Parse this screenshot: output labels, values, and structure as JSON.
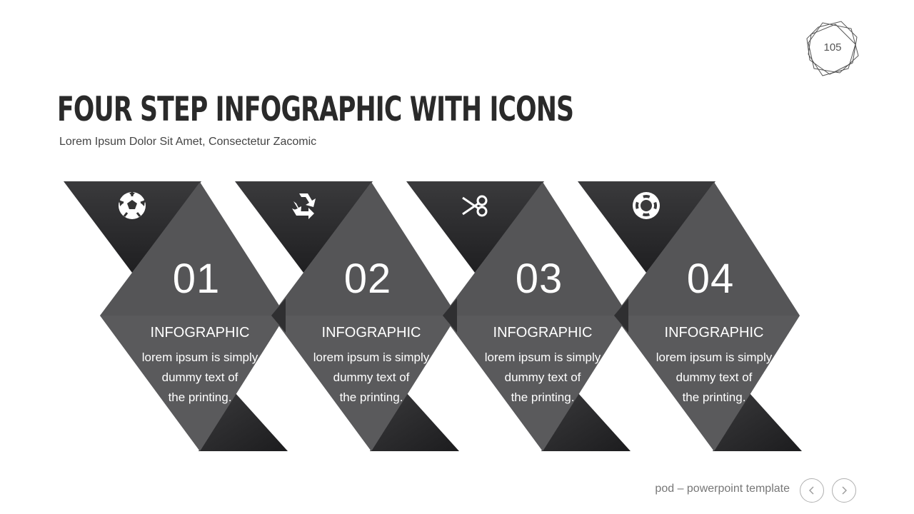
{
  "slide": {
    "title": "FOUR STEP INFOGRAPHIC WITH ICONS",
    "subtitle": "Lorem Ipsum Dolor Sit Amet, Consectetur Zacomic",
    "page_number": "105"
  },
  "steps": [
    {
      "number": "01",
      "heading": "INFOGRAPHIC",
      "lines": [
        "lorem ipsum is simply",
        "dummy text of",
        "the printing."
      ],
      "icon": "soccer-ball-icon"
    },
    {
      "number": "02",
      "heading": "INFOGRAPHIC",
      "lines": [
        "lorem ipsum is simply",
        "dummy text of",
        "the printing."
      ],
      "icon": "recycle-icon"
    },
    {
      "number": "03",
      "heading": "INFOGRAPHIC",
      "lines": [
        "lorem ipsum is simply",
        "dummy text of",
        "the printing."
      ],
      "icon": "scissors-icon"
    },
    {
      "number": "04",
      "heading": "INFOGRAPHIC",
      "lines": [
        "lorem ipsum is simply",
        "dummy text of",
        "the printing."
      ],
      "icon": "lifebuoy-icon"
    }
  ],
  "footer": {
    "text": "pod – powerpoint template",
    "prev_icon": "chevron-left-icon",
    "next_icon": "chevron-right-icon"
  },
  "colors": {
    "dark": "#2d2d2f",
    "mid": "#4b4b4d",
    "light": "#555557",
    "background": "#ffffff"
  }
}
